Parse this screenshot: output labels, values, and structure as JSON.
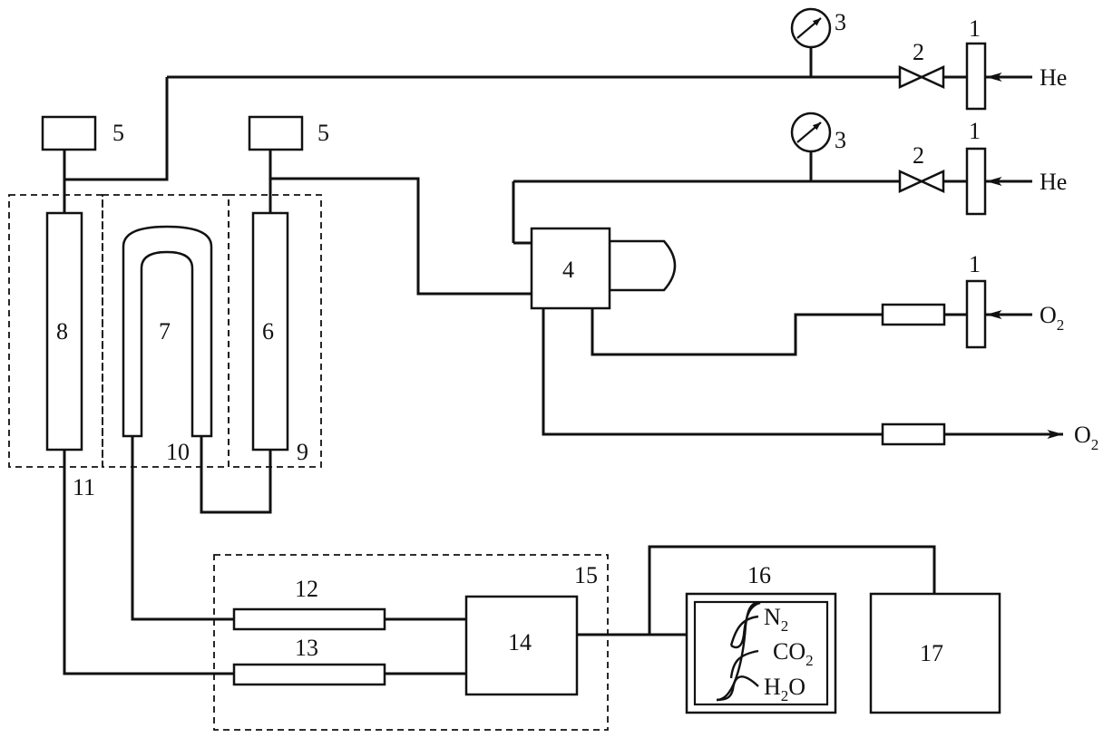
{
  "labels": {
    "flow_controller_he_top": "1",
    "flow_controller_he_mid": "1",
    "flow_controller_o2": "1",
    "valve_top": "2",
    "valve_mid": "2",
    "gauge_top": "3",
    "gauge_mid": "3",
    "unit_4": "4",
    "unit_5_left": "5",
    "unit_5_right": "5",
    "column_6": "6",
    "column_7": "7",
    "column_8": "8",
    "furnace_9": "9",
    "furnace_10": "10",
    "furnace_11": "11",
    "tube_12": "12",
    "tube_13": "13",
    "detector_14": "14",
    "oven_15": "15",
    "display_16": "16",
    "computer_17": "17"
  },
  "gases": {
    "he_top": "He",
    "he_mid": "He",
    "o2_in": {
      "base": "O",
      "sub": "2"
    },
    "o2_out": {
      "base": "O",
      "sub": "2"
    }
  },
  "chromatogram_peaks": [
    {
      "base": "N",
      "sub": "2",
      "tail": ""
    },
    {
      "base": "CO",
      "sub": "2",
      "tail": ""
    },
    {
      "base": "H",
      "sub": "2",
      "tail": "O"
    }
  ]
}
